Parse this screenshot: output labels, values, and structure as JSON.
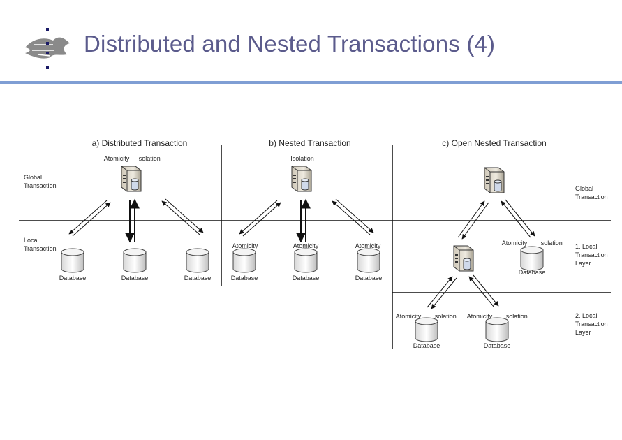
{
  "slide": {
    "title": "Distributed and Nested Transactions (4)",
    "accent_color": "#5b5b8c",
    "rule_color": "#7f9ed4",
    "logo_icon": "university-flame-logo"
  },
  "diagram": {
    "panel_a": {
      "title": "a) Distributed Transaction",
      "server_properties": [
        "Atomicity",
        "Isolation"
      ],
      "global_label": [
        "Global",
        "Transaction"
      ],
      "local_label": [
        "Local",
        "Transaction"
      ],
      "databases": [
        "Database",
        "Database",
        "Database"
      ]
    },
    "panel_b": {
      "title": "b) Nested Transaction",
      "server_properties": [
        "Isolation"
      ],
      "database_properties": [
        "Atomicity",
        "Atomicity",
        "Atomicity"
      ],
      "databases": [
        "Database",
        "Database",
        "Database"
      ]
    },
    "panel_c": {
      "title": "c) Open Nested Transaction",
      "global_label": [
        "Global",
        "Transaction"
      ],
      "layer1_label": [
        "1. Local",
        "Transaction",
        "Layer"
      ],
      "layer2_label": [
        "2. Local",
        "Transaction",
        "Layer"
      ],
      "layer1_db": {
        "props": [
          "Atomicity",
          "Isolation"
        ],
        "name": "Database"
      },
      "layer2_dbs": [
        {
          "props": [
            "Atomicity",
            "Isolation"
          ],
          "name": "Database"
        },
        {
          "props": [
            "Atomicity",
            "Isolation"
          ],
          "name": "Database"
        }
      ]
    }
  }
}
